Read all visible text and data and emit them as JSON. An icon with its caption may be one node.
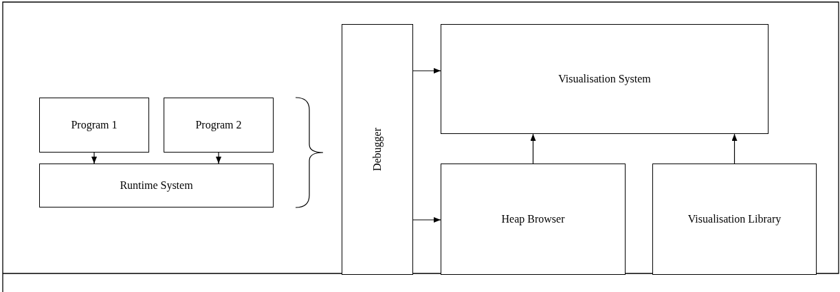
{
  "diagram": {
    "nodes": [
      {
        "text": [
          "Program 1"
        ]
      },
      {
        "text": [
          "Program 2"
        ]
      },
      {
        "text": [
          "Runtime System"
        ]
      },
      {
        "text": [
          "Debugger"
        ]
      },
      {
        "text": [
          "Visualisation System"
        ]
      },
      {
        "text": [
          "Heap Browser"
        ]
      },
      {
        "text": [
          "Visualisation Library"
        ]
      }
    ],
    "edges": [
      {
        "from": 0,
        "to": 2,
        "arrow": "to"
      },
      {
        "from": 1,
        "to": 2,
        "arrow": "to"
      },
      {
        "from": 3,
        "to": 4,
        "arrow": "to"
      },
      {
        "from": 3,
        "to": 5,
        "arrow": "to"
      },
      {
        "from": 5,
        "to": 4,
        "arrow": "to"
      },
      {
        "from": 6,
        "to": 4,
        "arrow": "to"
      }
    ]
  }
}
